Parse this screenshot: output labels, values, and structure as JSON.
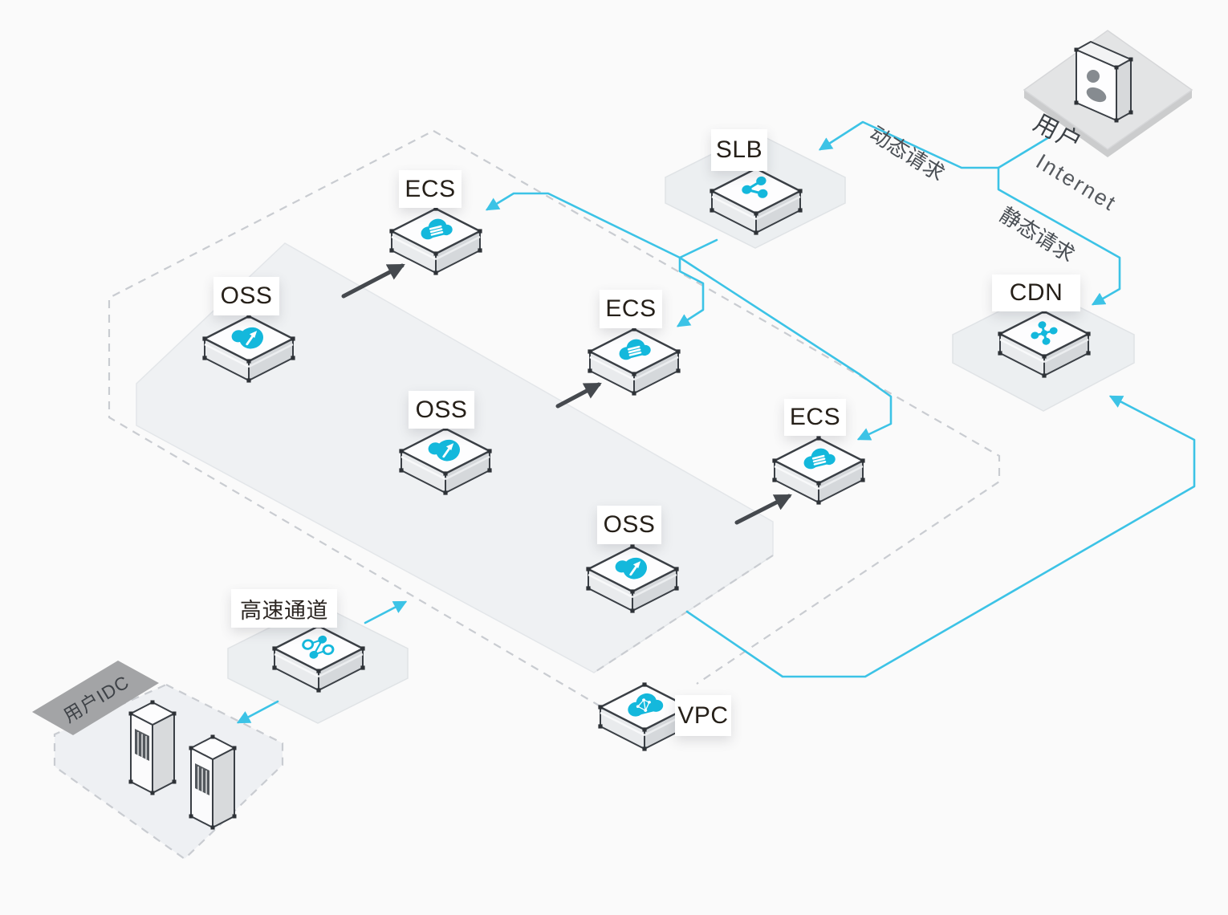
{
  "diagram": {
    "nodes": {
      "user": {
        "label": "用户"
      },
      "internet": {
        "label": "Internet"
      },
      "slb": {
        "label": "SLB"
      },
      "cdn": {
        "label": "CDN"
      },
      "ecs_top": {
        "label": "ECS"
      },
      "ecs_mid": {
        "label": "ECS"
      },
      "ecs_right": {
        "label": "ECS"
      },
      "oss_left": {
        "label": "OSS"
      },
      "oss_mid": {
        "label": "OSS"
      },
      "oss_bottom": {
        "label": "OSS"
      },
      "vpc": {
        "label": "VPC"
      },
      "express_connect": {
        "label": "高速通道"
      },
      "idc": {
        "label": "用户IDC"
      }
    },
    "flow_labels": {
      "dynamic_request": "动态请求",
      "static_request": "静态请求"
    },
    "colors": {
      "line_cyan": "#3cc3e6",
      "icon_cyan": "#14b8dc",
      "arrow_dark": "#45494e",
      "dashed_border": "#c9ccd1",
      "background": "#fafafa",
      "band_fill": "#eff1f3",
      "platform_fill": "#eceff1"
    }
  }
}
